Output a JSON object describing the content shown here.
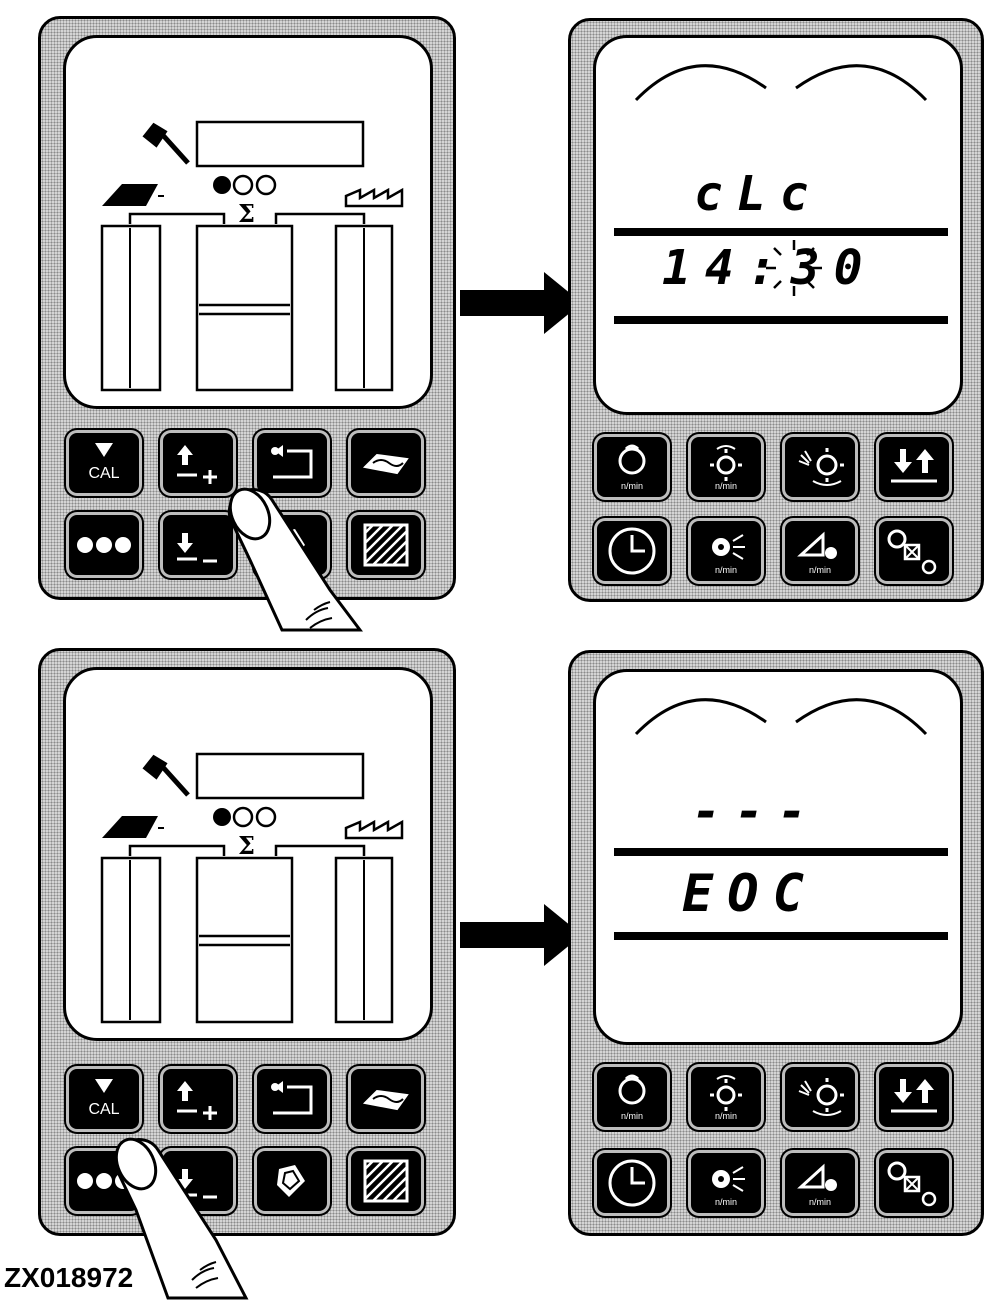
{
  "figure_id": "ZX018972",
  "left_panel": {
    "cal_label": "CAL",
    "sigma": "Σ"
  },
  "right_panel": {
    "speed_unit": "n/min"
  },
  "top_display": {
    "line1": "cLc",
    "line2": "14:30"
  },
  "bottom_display": {
    "line1": "---",
    "line2": "EOC"
  }
}
